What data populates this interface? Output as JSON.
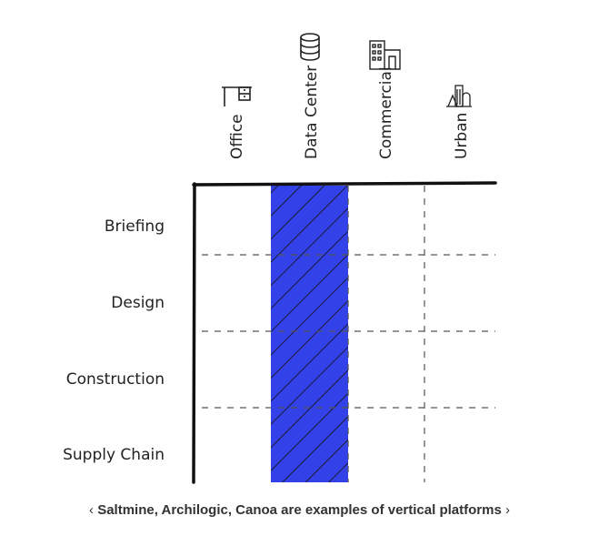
{
  "columns": [
    {
      "label": "Office",
      "icon": "office-desk-icon"
    },
    {
      "label": "Data Center",
      "icon": "database-icon"
    },
    {
      "label": "Commercial",
      "icon": "building-icon"
    },
    {
      "label": "Urban",
      "icon": "skyline-icon"
    }
  ],
  "rows": [
    {
      "label": "Briefing"
    },
    {
      "label": "Design"
    },
    {
      "label": "Construction"
    },
    {
      "label": "Supply Chain"
    }
  ],
  "highlight": {
    "column": "Data Center",
    "color": "#3341e8",
    "pattern": "diagonal-hatch"
  },
  "caption": {
    "text": "Saltmine, Archilogic, Canoa are examples of vertical platforms",
    "left_chevron": "‹",
    "right_chevron": "›"
  }
}
